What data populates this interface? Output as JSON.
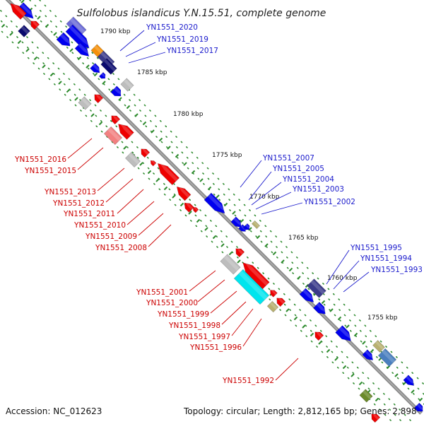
{
  "title": "Sulfolobus islandicus Y.N.15.51, complete genome",
  "footer": {
    "accession": "Accession: NC_012623",
    "summary": "Topology: circular; Length: 2,812,165 bp; Genes: 2,898"
  },
  "ticks": [
    "1790 kbp",
    "1785 kbp",
    "1780 kbp",
    "1775 kbp",
    "1770 kbp",
    "1765 kbp",
    "1760 kbp",
    "1755 kbp"
  ],
  "blue_labels": [
    "YN1551_2020",
    "YN1551_2019",
    "YN1551_2017",
    "YN1551_2007",
    "YN1551_2005",
    "YN1551_2004",
    "YN1551_2003",
    "YN1551_2002",
    "YN1551_1995",
    "YN1551_1994",
    "YN1551_1993"
  ],
  "red_labels": [
    "YN1551_2016",
    "YN1551_2015",
    "YN1551_2013",
    "YN1551_2012",
    "YN1551_2011",
    "YN1551_2010",
    "YN1551_2009",
    "YN1551_2008",
    "YN1551_2001",
    "YN1551_2000",
    "YN1551_1999",
    "YN1551_1998",
    "YN1551_1997",
    "YN1551_1996",
    "YN1551_1992"
  ],
  "colors": {
    "forward": "#0000ee",
    "reverse": "#ee0000",
    "dark_navy": "#0a0a6e",
    "lavender": "#6b6bd6",
    "orange": "#f5900a",
    "gray": "#bdbdbd",
    "pink": "#f28080",
    "cyan": "#00e5ee",
    "khaki": "#b8b070",
    "olive": "#6b8a2a",
    "steel": "#4a7fbf",
    "slate": "#3a3a8a",
    "backbone": "#8a8a8a",
    "tick_green": "#2e8b2e",
    "dot_green": "#2e8b2e"
  }
}
